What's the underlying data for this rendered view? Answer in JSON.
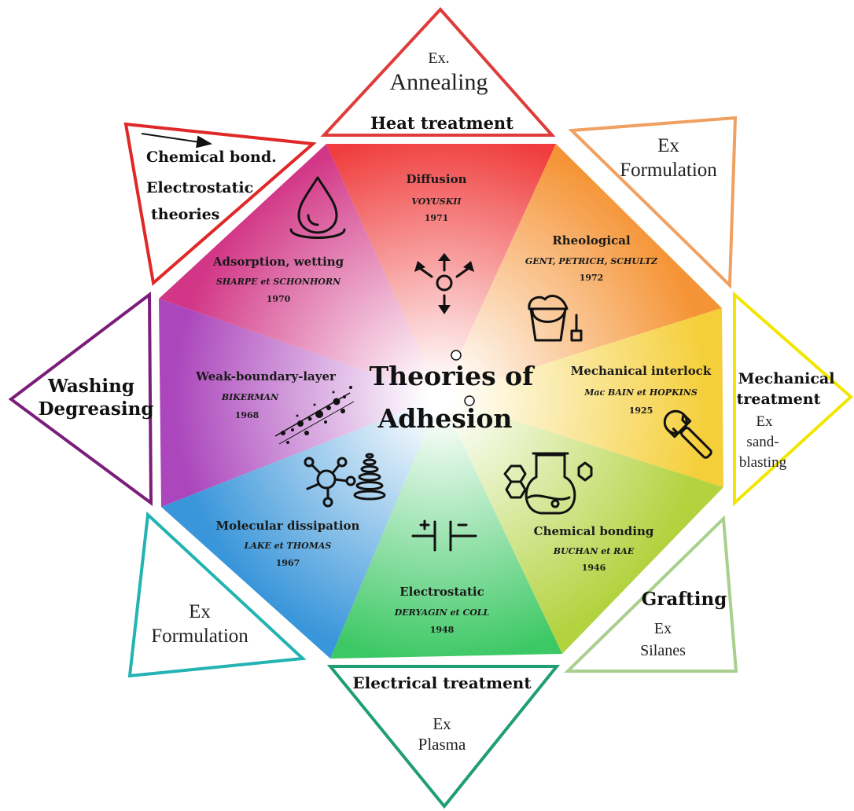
{
  "center": {
    "line1": "Theories of",
    "line2": "Adhesion"
  },
  "theories": [
    {
      "name": "Diffusion",
      "authors": "VOYUSKII",
      "year": "1971",
      "icon": "diffusion-arrows-icon",
      "color": "#f04a46"
    },
    {
      "name": "Rheological",
      "authors": "GENT, PETRICH, SCHULTZ",
      "year": "1972",
      "icon": "bucket-brush-icon",
      "color": "#f6a043"
    },
    {
      "name": "Mechanical interlock",
      "authors": "Mac BAIN et HOPKINS",
      "year": "1925",
      "icon": "wrench-icon",
      "color": "#f6d54a"
    },
    {
      "name": "Chemical bonding",
      "authors": "BUCHAN et RAE",
      "year": "1946",
      "icon": "flask-molecule-icon",
      "color": "#b8d64c"
    },
    {
      "name": "Electrostatic",
      "authors": "DERYAGIN et COLL",
      "year": "1948",
      "icon": "capacitor-icon",
      "color": "#43c96a"
    },
    {
      "name": "Molecular dissipation",
      "authors": "LAKE et THOMAS",
      "year": "1967",
      "icon": "molecule-spring-icon",
      "color": "#3d9ee0"
    },
    {
      "name": "Weak-boundary-layer",
      "authors": "BIKERMAN",
      "year": "1968",
      "icon": "particles-icon",
      "color": "#b04fc0"
    },
    {
      "name": "Adsorption, wetting",
      "authors": "SHARPE et SCHONHORN",
      "year": "1970",
      "icon": "droplet-icon",
      "color": "#d43d8c"
    }
  ],
  "treatments": {
    "top": {
      "title": "Heat treatment",
      "ex1": "Ex.",
      "ex2": "Annealing",
      "color": "#e03b3b"
    },
    "topright": {
      "ex1": "Ex",
      "ex2": "Formulation",
      "color": "#f0a060"
    },
    "right": {
      "title1": "Mechanical",
      "title2": "treatment",
      "ex1": "Ex",
      "ex2": "sand-",
      "ex3": "blasting",
      "color": "#f2e600"
    },
    "bottomright": {
      "title": "Grafting",
      "ex1": "Ex",
      "ex2": "Silanes",
      "color": "#a8d08d"
    },
    "bottom": {
      "title": "Electrical treatment",
      "ex1": "Ex",
      "ex2": "Plasma",
      "color": "#1f9e72"
    },
    "bottomleft": {
      "ex1": "Ex",
      "ex2": "Formulation",
      "color": "#23b3b3"
    },
    "left": {
      "title1": "Washing",
      "title2": "Degreasing",
      "color": "#7b1e7a"
    },
    "topleft": {
      "line1": "Chemical bond.",
      "line2": "Electrostatic",
      "line3": "theories",
      "color": "#e02828"
    }
  }
}
